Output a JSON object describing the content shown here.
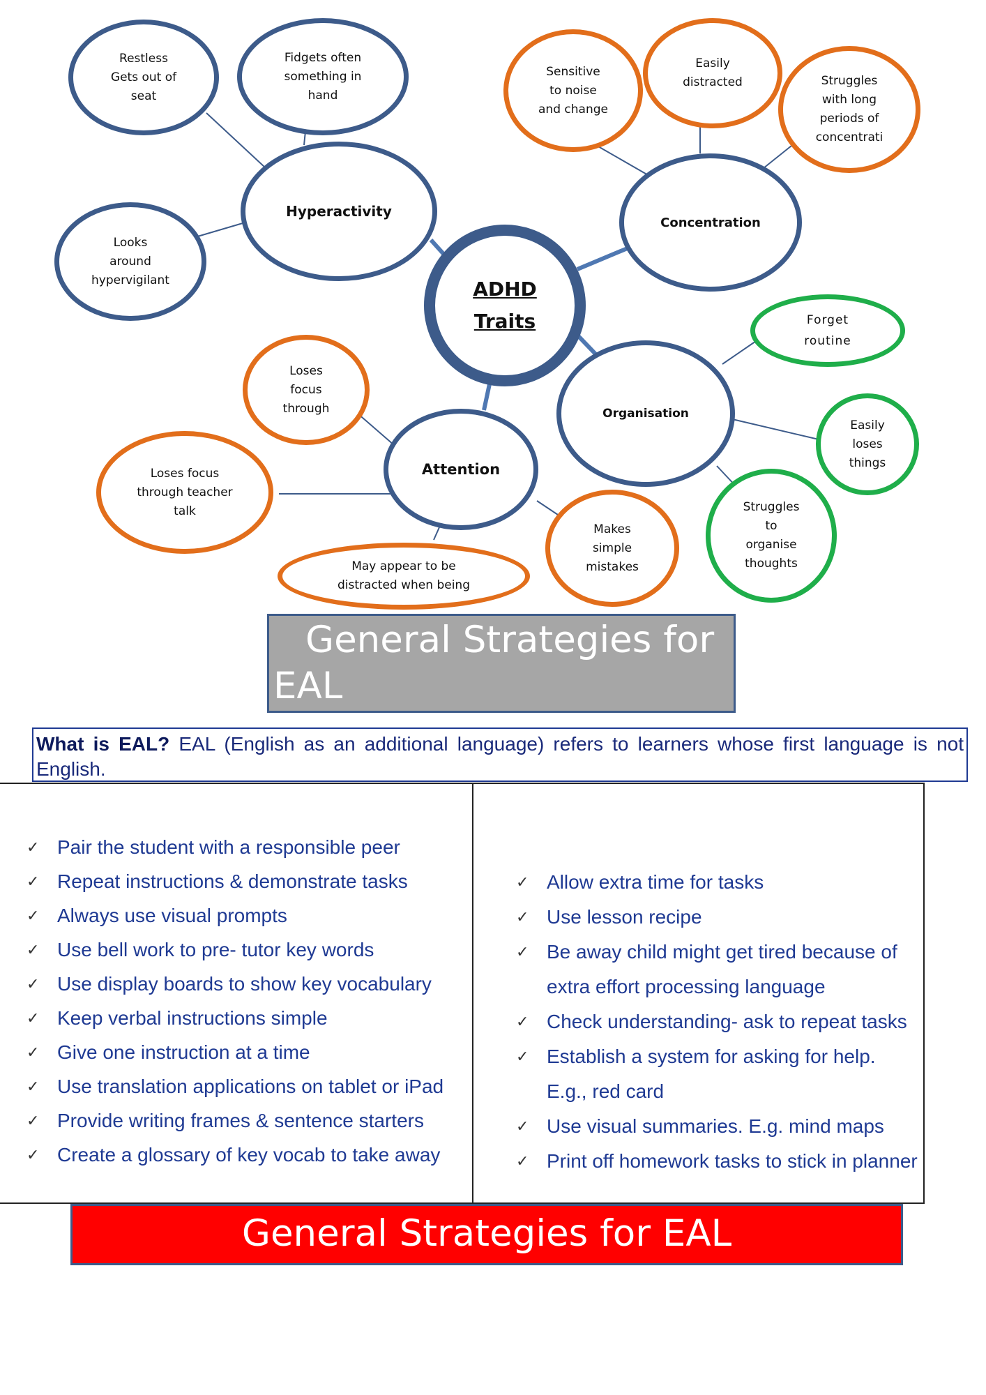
{
  "mindmap": {
    "center": "ADHD\nTraits",
    "hubs": {
      "hyperactivity": "Hyperactivity",
      "concentration": "Concentration",
      "organisation": "Organisation",
      "attention": "Attention"
    },
    "leaves": {
      "restless": "Restless\nGets out of\nseat",
      "fidgets": "Fidgets often\nsomething in\nhand",
      "looks_around": "Looks\naround\nhypervigilant",
      "sensitive": "Sensitive\nto noise\nand change",
      "easily_distracted": "Easily\ndistracted",
      "struggles_long": "Struggles\nwith long\nperiods of\nconcentrati",
      "forget_routine": "Forget\nroutine",
      "easily_loses": "Easily\nloses\nthings",
      "struggles_organise": "Struggles\nto\norganise\nthoughts",
      "loses_focus_through": "Loses\nfocus\nthrough",
      "loses_focus_teacher": "Loses focus\nthrough teacher\ntalk",
      "may_appear": "May appear to be\ndistracted when being",
      "makes_mistakes": "Makes\nsimple\nmistakes"
    }
  },
  "banner_top": {
    "line1": "General Strategies for",
    "line2": "EAL"
  },
  "eal_definition": {
    "question": "What is EAL?",
    "answer": " EAL (English as an additional language) refers to learners whose first language is not English."
  },
  "strategies_left": [
    "Pair the student with a responsible peer",
    "Repeat instructions & demonstrate tasks",
    "Always use visual prompts",
    "Use bell work to pre- tutor key words",
    "Use display boards to show key vocabulary",
    "Keep verbal instructions simple",
    "Give one instruction at a time",
    "Use translation applications on tablet or iPad",
    "Provide writing frames & sentence starters",
    "Create a glossary of key vocab to take away"
  ],
  "strategies_right": {
    "item1": "Allow extra time for tasks",
    "item2": "Use lesson recipe",
    "item3a": "Be away child might get tired because of",
    "item3b": "extra effort processing language",
    "item4": "Check understanding- ask to repeat tasks",
    "item5a": "Establish a system for asking for help.",
    "item5b": "E.g., red card",
    "item6": "Use visual summaries. E.g. mind maps",
    "item7": "Print off homework tasks to stick in planner"
  },
  "tick_symbol": "✓",
  "banner_bottom": "General Strategies for EAL",
  "colors": {
    "blue": "#3d5b8a",
    "orange": "#e26e1b",
    "green": "#1fae4a",
    "red": "#ff0000",
    "gray": "#a6a6a6"
  }
}
